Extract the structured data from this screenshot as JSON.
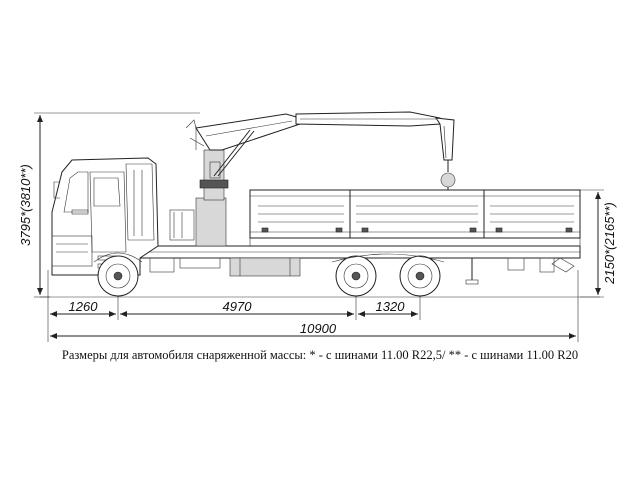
{
  "dimensions": {
    "overall_height": "3795*(3810**)",
    "platform_height": "2150*(2165**)",
    "front_overhang": "1260",
    "wheelbase": "4970",
    "rear_axle_spacing": "1320",
    "overall_length": "10900"
  },
  "caption": "Размеры для автомобиля снаряженной массы: * - с шинами 11.00 R22,5/ ** - с шинами 11.00 R20"
}
